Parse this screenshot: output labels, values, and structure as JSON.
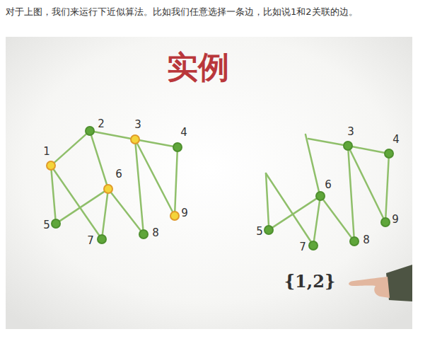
{
  "diagram": {
    "title": "实例",
    "nodes": [
      {
        "text": [
          "1"
        ]
      },
      {
        "text": [
          "2"
        ]
      },
      {
        "text": [
          "3"
        ]
      },
      {
        "text": [
          "4"
        ]
      },
      {
        "text": [
          "5"
        ]
      },
      {
        "text": [
          "6"
        ]
      },
      {
        "text": [
          "7"
        ]
      },
      {
        "text": [
          "8"
        ]
      },
      {
        "text": [
          "9"
        ]
      },
      {
        "text": [
          "3"
        ]
      },
      {
        "text": [
          "4"
        ]
      },
      {
        "text": [
          "5"
        ]
      },
      {
        "text": [
          "6"
        ]
      },
      {
        "text": [
          "7"
        ]
      },
      {
        "text": [
          "8"
        ]
      },
      {
        "text": [
          "9"
        ]
      }
    ],
    "edges": [
      {
        "from": 0,
        "to": 1,
        "arrow": "none"
      },
      {
        "from": 0,
        "to": 4,
        "arrow": "none"
      },
      {
        "from": 0,
        "to": 6,
        "arrow": "none"
      },
      {
        "from": 1,
        "to": 5,
        "arrow": "none"
      },
      {
        "from": 1,
        "to": 2,
        "arrow": "none"
      },
      {
        "from": 2,
        "to": 3,
        "arrow": "none"
      },
      {
        "from": 2,
        "to": 7,
        "arrow": "none"
      },
      {
        "from": 2,
        "to": 8,
        "arrow": "none"
      },
      {
        "from": 3,
        "to": 8,
        "arrow": "none"
      },
      {
        "from": 4,
        "to": 5,
        "arrow": "none"
      },
      {
        "from": 5,
        "to": 6,
        "arrow": "none"
      },
      {
        "from": 5,
        "to": 7,
        "arrow": "none"
      },
      {
        "from": 9,
        "to": 10,
        "arrow": "none"
      },
      {
        "from": 9,
        "to": 14,
        "arrow": "none"
      },
      {
        "from": 9,
        "to": 15,
        "arrow": "none"
      },
      {
        "from": 10,
        "to": 15,
        "arrow": "none"
      },
      {
        "from": 11,
        "to": 12,
        "arrow": "none"
      },
      {
        "from": 12,
        "to": 13,
        "arrow": "none"
      },
      {
        "from": 12,
        "to": 14,
        "arrow": "none"
      }
    ],
    "labels": [
      "对于上图，我们来运行下近似算法。比如我们任意选择一条边，比如说1和2关联的边。",
      "{1,2}"
    ]
  }
}
